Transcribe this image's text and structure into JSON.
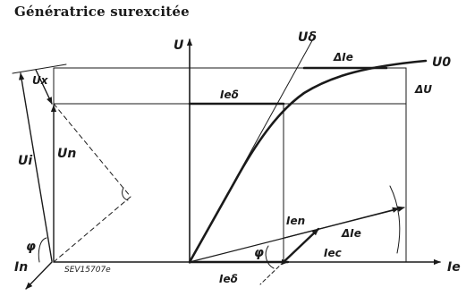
{
  "title": "Génératrice surexcitée",
  "labels": {
    "u_axis": "U",
    "ie_axis": "Ie",
    "u_delta": "Uδ",
    "u_zero": "U0",
    "delta_ie_top": "ΔIe",
    "delta_u": "ΔU",
    "ie_delta_top": "Ieδ",
    "ux": "Ux",
    "un": "Un",
    "ui": "Ui",
    "phi_left": "φ",
    "in": "In",
    "ien": "Ien",
    "delta_ie_bottom": "ΔIe",
    "iec": "Iec",
    "phi_bottom": "φ",
    "ie_delta_bottom": "Ieδ",
    "code": "SEV15707e"
  }
}
